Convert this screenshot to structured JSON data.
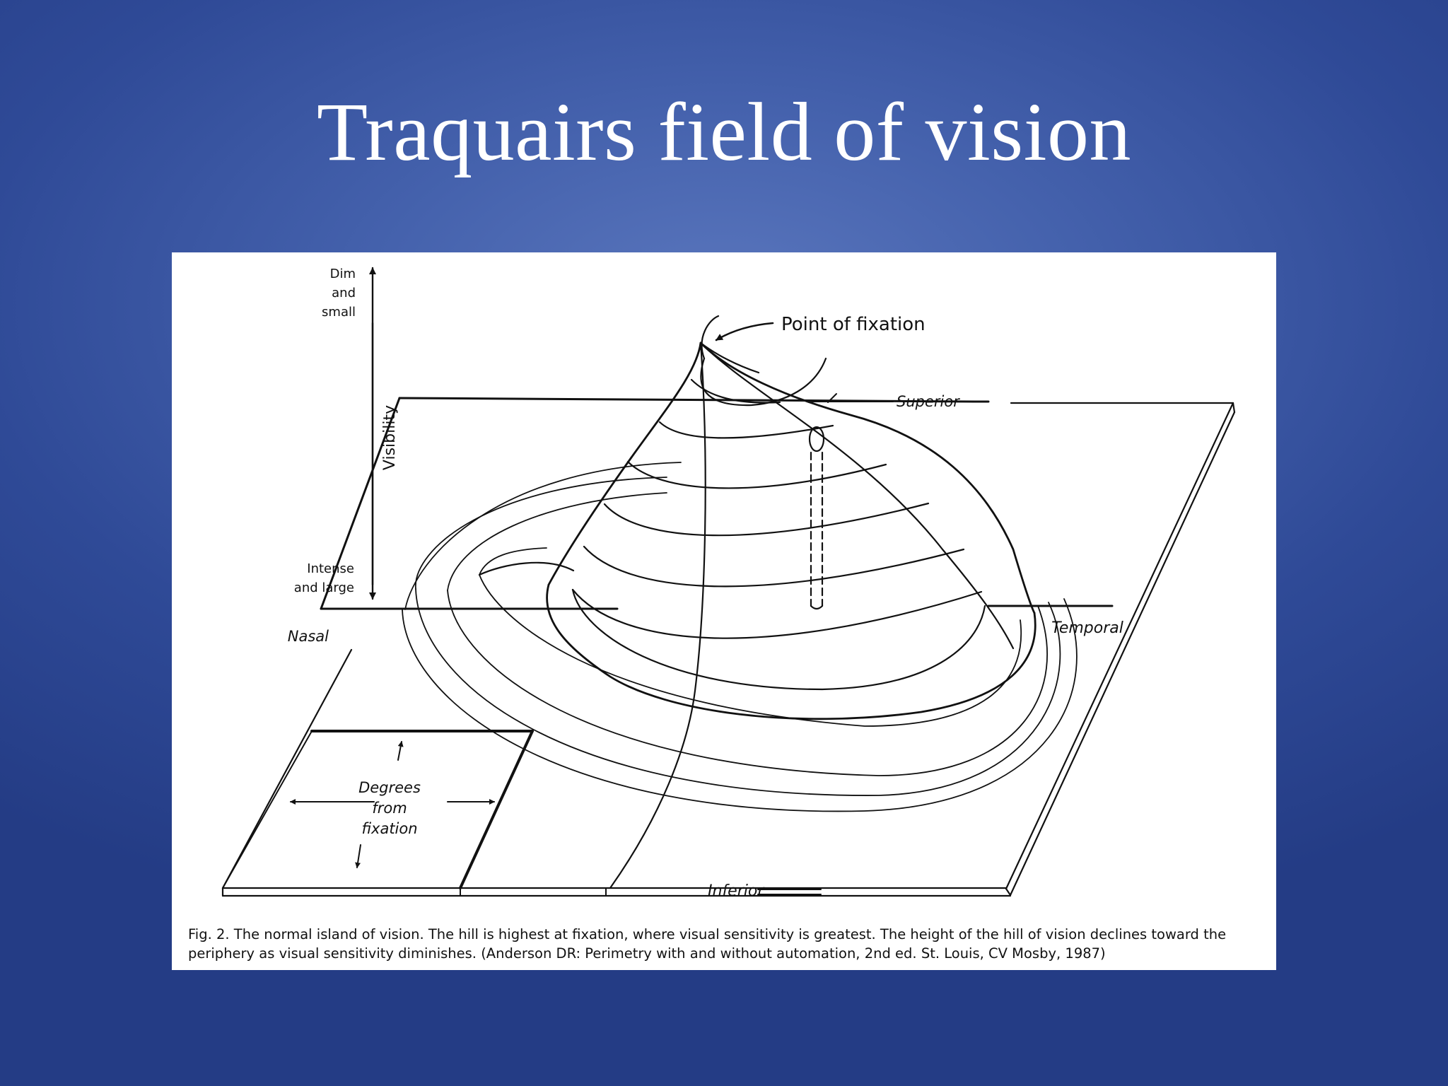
{
  "slide": {
    "title": "Traquairs field of vision"
  },
  "figure": {
    "axis_top": [
      "Dim",
      "and",
      "small"
    ],
    "axis_label": "Visibility",
    "axis_bottom": [
      "Intense",
      "and large"
    ],
    "fixation_label": "Point of fixation",
    "superior_label": "Superior",
    "nasal_label": "Nasal",
    "temporal_label": "Temporal",
    "inferior_label": "Inferior",
    "degrees_label": [
      "Degrees",
      "from",
      "fixation"
    ],
    "caption": "Fig. 2. The normal island of vision. The hill is highest at fixation, where visual sensitivity is greatest. The height of the hill of vision declines toward the periphery as visual sensitivity diminishes. (Anderson DR: Perimetry with and without automation, 2nd ed. St. Louis, CV Mosby, 1987)"
  }
}
